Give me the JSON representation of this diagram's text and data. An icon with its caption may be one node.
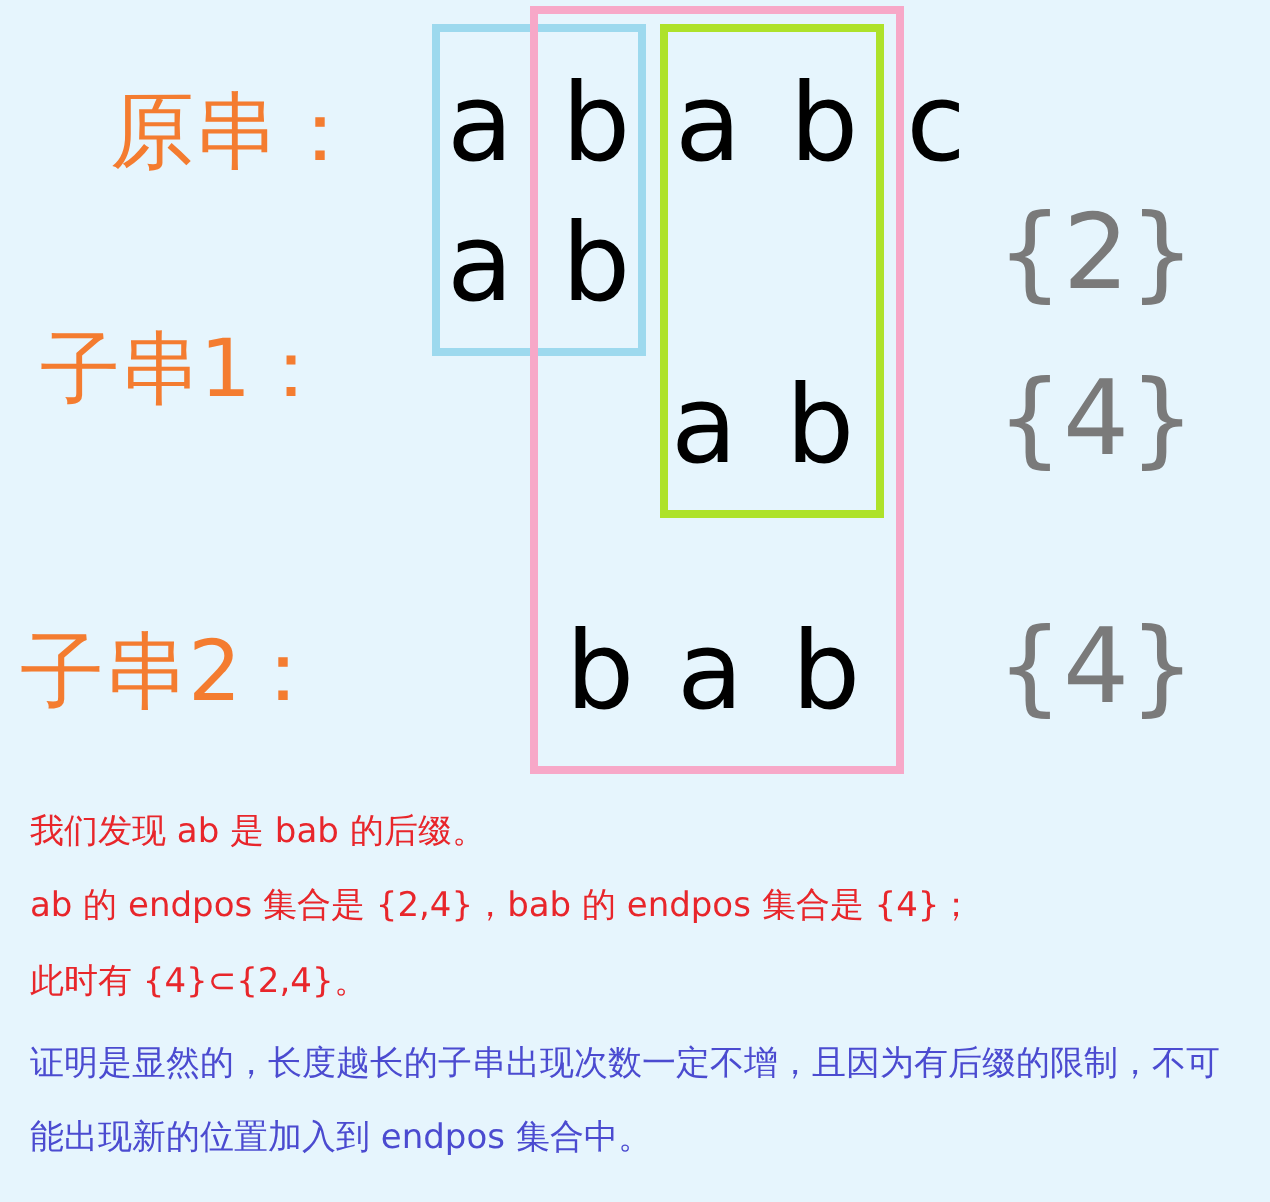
{
  "diagram": {
    "nodes": [
      {
        "text": [],
        "shape": "box"
      },
      {
        "text": [],
        "shape": "box"
      },
      {
        "text": [],
        "shape": "box",
        "in": 1
      }
    ],
    "labels": [
      "原串：",
      "a",
      "b",
      "a",
      "b",
      "c",
      "a",
      "b",
      "{2}",
      "子串1：",
      "a",
      "b",
      "{4}",
      "子串2：",
      "b",
      "a",
      "b",
      "{4}",
      "我们发现 ab 是 bab 的后缀。",
      "ab 的 endpos 集合是 {2,4}，bab 的 endpos 集合是 {4}；",
      "此时有 {4}⊂{2,4}。",
      "证明是显然的，长度越长的子串出现次数一定不增，且因为有后缀的限制，不可能出现新的位置加入到 endpos 集合中。"
    ]
  }
}
